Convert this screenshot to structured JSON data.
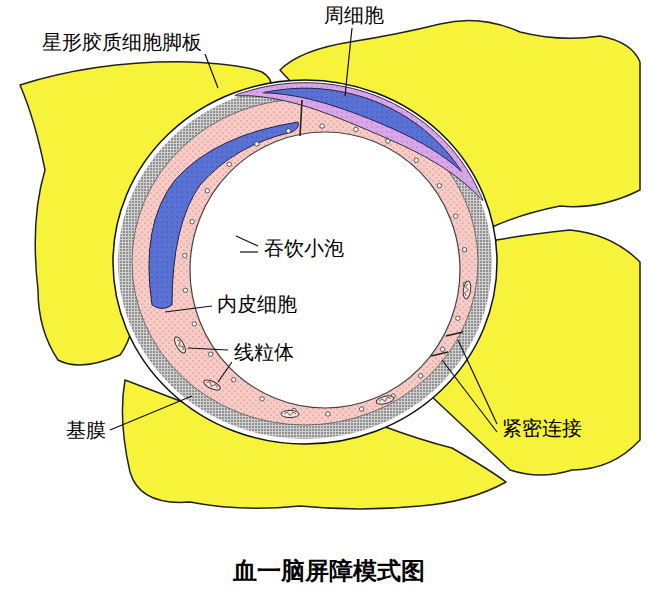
{
  "diagram": {
    "caption": "血一脑屏障模式图",
    "labels": [
      "星形胶质细胞脚板",
      "周细胞",
      "吞饮小泡",
      "内皮细胞",
      "线粒体",
      "基膜",
      "紧密连接"
    ]
  }
}
